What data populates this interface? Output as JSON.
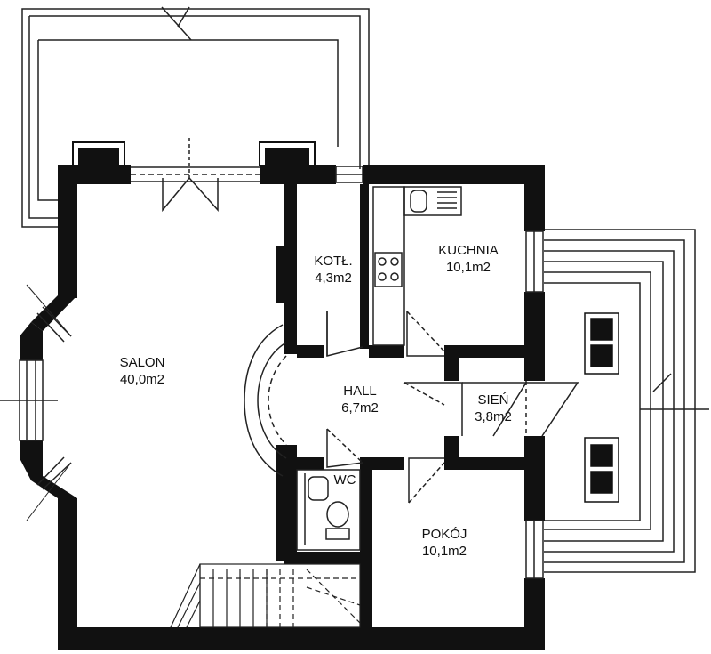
{
  "rooms": {
    "salon": {
      "name": "SALON",
      "area": "40,0m2"
    },
    "kotl": {
      "name": "KOTŁ.",
      "area": "4,3m2"
    },
    "kuchnia": {
      "name": "KUCHNIA",
      "area": "10,1m2"
    },
    "hall": {
      "name": "HALL",
      "area": "6,7m2"
    },
    "sien": {
      "name": "SIEŃ",
      "area": "3,8m2"
    },
    "wc": {
      "name": "WC"
    },
    "pokoj": {
      "name": "POKÓJ",
      "area": "10,1m2"
    }
  },
  "colors": {
    "wall": "#111111",
    "line": "#222222",
    "paper": "#ffffff"
  }
}
